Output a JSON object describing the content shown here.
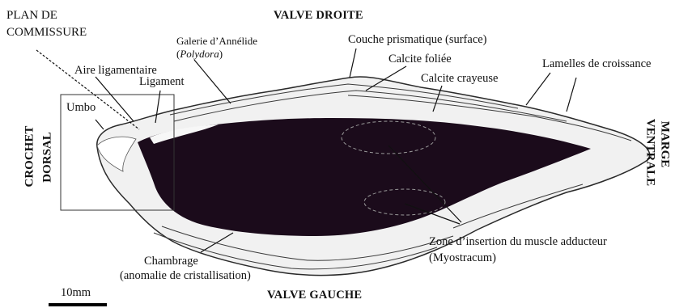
{
  "labels": {
    "valve_droite": "VALVE DROITE",
    "valve_gauche": "VALVE GAUCHE",
    "plan_de": "PLAN DE",
    "commissure": "COMMISSURE",
    "aire_ligamentaire": "Aire ligamentaire",
    "ligament": "Ligament",
    "umbo": "Umbo",
    "galerie_line1": "Galerie d’Annélide",
    "galerie_line2": "Polydora",
    "couche_prismatique": "Couche prismatique (surface)",
    "calcite_foliee": "Calcite foliée",
    "calcite_crayeuse": "Calcite crayeuse",
    "lamelles": "Lamelles de croissance",
    "crochet": "CROCHET",
    "dorsal": "DORSAL",
    "marge": "MARGE",
    "ventrale": "VENTRALE",
    "zone_insertion": "Zone d’insertion du muscle adducteur",
    "myostracum": "(Myostracum)",
    "chambrage": "Chambrage",
    "anomalie": "(anomalie de cristallisation)",
    "scale": "10mm"
  },
  "colors": {
    "cavity": "#1b0b1b",
    "shell": "#f2f2f2",
    "shell_edge": "#2a2a2a",
    "text": "#111111"
  }
}
